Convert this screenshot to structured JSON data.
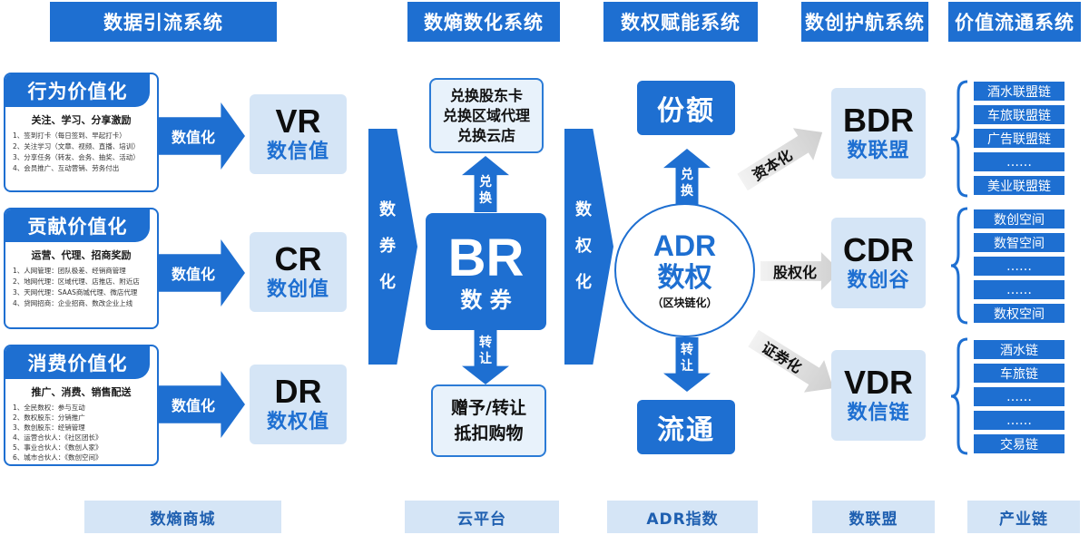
{
  "headers": {
    "h1": "数据引流系统",
    "h2": "数熵数化系统",
    "h3": "数权赋能系统",
    "h4": "数创护航系统",
    "h5": "价值流通系统"
  },
  "footers": {
    "f1": "数熵商城",
    "f2": "云平台",
    "f3": "ADR指数",
    "f4": "数联盟",
    "f5": "产业链"
  },
  "cards": [
    {
      "title": "行为价值化",
      "subtitle": "关注、学习、分享激励",
      "items": [
        "1、签到打卡（每日签到、早起打卡）",
        "2、关注学习（文章、视频、直播、培训）",
        "3、分享任务（转发、会务、抽奖、活动）",
        "4、会员推广、互动营销、劳务付出"
      ]
    },
    {
      "title": "贡献价值化",
      "subtitle": "运营、代理、招商奖励",
      "items": [
        "1、人网管理：团队极差、经销商管理",
        "2、地网代理：区域代理、店推店、附近店",
        "3、天网代理：SAAS商城代理、微店代理",
        "4、贷网招商：企业招商、数改企业上线"
      ]
    },
    {
      "title": "消费价值化",
      "subtitle": "推广、消费、销售配送",
      "items": [
        "1、全民数权：参与互动",
        "2、数权股东：分销推广",
        "3、数创股东：经销管理",
        "4、运营合伙人：《社区团长》",
        "5、事业合伙人：《数创人家》",
        "6、城市合伙人：《数创空间》"
      ]
    }
  ],
  "value_arrow_label": "数值化",
  "value_boxes": [
    {
      "code": "VR",
      "name": "数信值"
    },
    {
      "code": "CR",
      "name": "数创值"
    },
    {
      "code": "DR",
      "name": "数权值"
    }
  ],
  "tall_arrow_1": [
    "数",
    "券",
    "化"
  ],
  "tall_arrow_2": [
    "数",
    "权",
    "化"
  ],
  "exchange_box": [
    "兑换股东卡",
    "兑换区域代理",
    "兑换云店"
  ],
  "br": {
    "code": "BR",
    "name": "数 券"
  },
  "br_up_label": [
    "兑",
    "换"
  ],
  "br_down_label": [
    "转",
    "让"
  ],
  "gift_box": [
    "赠予/转让",
    "抵扣购物"
  ],
  "share_box": "份额",
  "flow_box": "流通",
  "adr_up_label": [
    "兑",
    "换"
  ],
  "adr_down_label": [
    "转",
    "让"
  ],
  "adr": {
    "code": "ADR",
    "name": "数权",
    "sub": "（区块链化）"
  },
  "gray_arrows": [
    "资本化",
    "股权化",
    "证券化"
  ],
  "right_boxes": [
    {
      "code": "BDR",
      "name": "数联盟"
    },
    {
      "code": "CDR",
      "name": "数创谷"
    },
    {
      "code": "VDR",
      "name": "数信链"
    }
  ],
  "chains": {
    "group1": [
      "酒水联盟链",
      "车旅联盟链",
      "广告联盟链",
      "……",
      "美业联盟链"
    ],
    "group2": [
      "数创空间",
      "数智空间",
      "……",
      "……",
      "数权空间"
    ],
    "group3": [
      "酒水链",
      "车旅链",
      "……",
      "……",
      "交易链"
    ]
  },
  "colors": {
    "primary": "#1e6fd1",
    "light": "#d5e5f6",
    "gray_arrow": "#cfcfcf"
  }
}
